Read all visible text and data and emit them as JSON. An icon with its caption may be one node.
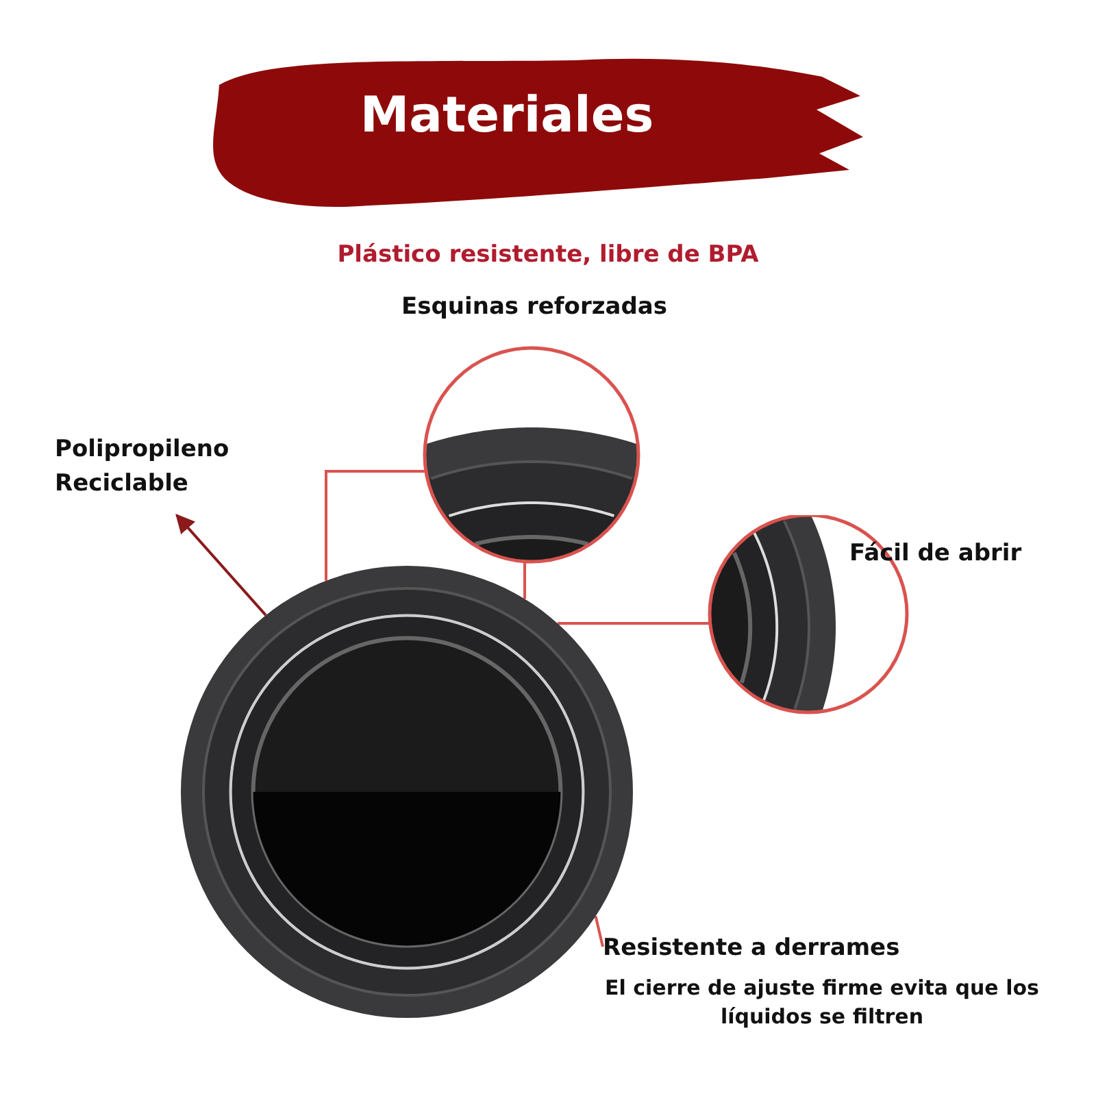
{
  "diagram": {
    "title": "Materiales",
    "nodes": [
      {
        "text": [],
        "shape": "picture"
      },
      {
        "text": [
          "Esquinas reforzadas"
        ]
      },
      {
        "text": [
          "Fácil de abrir"
        ]
      },
      {
        "text": [
          "Polipropileno Reciclable"
        ]
      },
      {
        "text": [
          "Resistente a derrames",
          "El cierre de ajuste firme evita que los líquidos se filtren"
        ]
      }
    ],
    "edges": [
      {
        "from": 1,
        "to": 0,
        "arrow": "none"
      },
      {
        "from": 1,
        "to": 0,
        "arrow": "none"
      },
      {
        "from": 2,
        "to": 0,
        "arrow": "none"
      },
      {
        "from": 0,
        "to": 3,
        "arrow": "to",
        "color": "#8b1a1a"
      },
      {
        "from": 4,
        "to": 0,
        "arrow": "none"
      }
    ],
    "labels": [
      "Plástico resistente, libre de BPA"
    ]
  }
}
